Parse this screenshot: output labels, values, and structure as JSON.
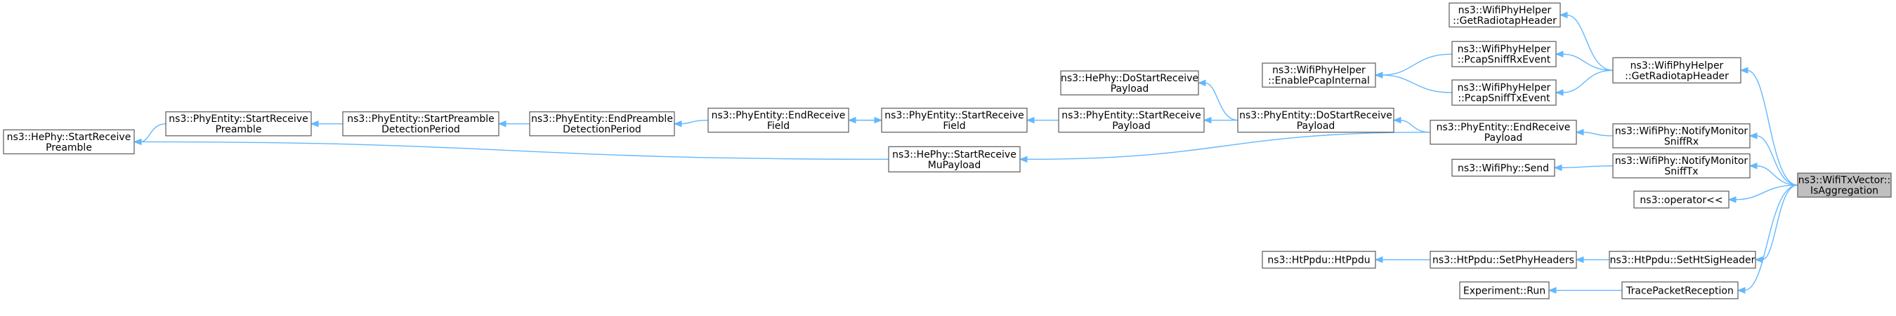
{
  "colors": {
    "edge": "#63b8ff",
    "node_border": "#666666",
    "root_fill": "#bfbfbf",
    "node_fill": "#ffffff"
  },
  "nodes": {
    "hephy_sr_preamble": [
      "ns3::HePhy::StartReceive",
      "Preamble"
    ],
    "phyentity_sr_preamble": [
      "ns3::PhyEntity::StartReceive",
      "Preamble"
    ],
    "phyentity_sp_detection": [
      "ns3::PhyEntity::StartPreamble",
      "DetectionPeriod"
    ],
    "phyentity_ep_detection": [
      "ns3::PhyEntity::EndPreamble",
      "DetectionPeriod"
    ],
    "phyentity_er_field": [
      "ns3::PhyEntity::EndReceive",
      "Field"
    ],
    "phyentity_sr_field": [
      "ns3::PhyEntity::StartReceive",
      "Field"
    ],
    "hephy_sr_mupayload": [
      "ns3::HePhy::StartReceive",
      "MuPayload"
    ],
    "hephy_dsr_payload": [
      "ns3::HePhy::DoStartReceive",
      "Payload"
    ],
    "phyentity_sr_payload": [
      "ns3::PhyEntity::StartReceive",
      "Payload"
    ],
    "phyentity_dsr_payload": [
      "ns3::PhyEntity::DoStartReceive",
      "Payload"
    ],
    "wifiphyhelper_enablepcap": [
      "ns3::WifiPhyHelper",
      "::EnablePcapInternal"
    ],
    "wifiphyhelper_getradiotap_top": [
      "ns3::WifiPhyHelper",
      "::GetRadiotapHeader"
    ],
    "wifiphyhelper_pcaprx": [
      "ns3::WifiPhyHelper",
      "::PcapSniffRxEvent"
    ],
    "wifiphyhelper_pcaptx": [
      "ns3::WifiPhyHelper",
      "::PcapSniffTxEvent"
    ],
    "phyentity_er_payload": [
      "ns3::PhyEntity::EndReceive",
      "Payload"
    ],
    "wifiphy_send": [
      "ns3::WifiPhy::Send"
    ],
    "htppdu_htppdu": [
      "ns3::HtPpdu::HtPpdu"
    ],
    "htppdu_setphyheaders": [
      "ns3::HtPpdu::SetPhyHeaders"
    ],
    "experiment_run": [
      "Experiment::Run"
    ],
    "wifiphyhelper_getradiotap_right": [
      "ns3::WifiPhyHelper",
      "::GetRadiotapHeader"
    ],
    "wifiphy_notify_rx": [
      "ns3::WifiPhy::NotifyMonitor",
      "SniffRx"
    ],
    "wifiphy_notify_tx": [
      "ns3::WifiPhy::NotifyMonitor",
      "SniffTx"
    ],
    "operator_ltlt": [
      "ns3::operator<<"
    ],
    "htppdu_sethtsig": [
      "ns3::HtPpdu::SetHtSigHeader"
    ],
    "trace_packet_reception": [
      "TracePacketReception"
    ],
    "wifitxvector_isaggregation": [
      "ns3::WifiTxVector::",
      "IsAggregation"
    ]
  },
  "edges": [
    [
      "phyentity_sr_preamble",
      "hephy_sr_preamble"
    ],
    [
      "phyentity_sp_detection",
      "phyentity_sr_preamble"
    ],
    [
      "phyentity_ep_detection",
      "phyentity_sp_detection"
    ],
    [
      "phyentity_er_field",
      "phyentity_ep_detection"
    ],
    [
      "phyentity_sr_field",
      "phyentity_er_field"
    ],
    [
      "phyentity_er_field",
      "phyentity_sr_field"
    ],
    [
      "hephy_sr_mupayload",
      "hephy_sr_preamble"
    ],
    [
      "phyentity_sr_payload",
      "phyentity_sr_field"
    ],
    [
      "phyentity_dsr_payload",
      "hephy_dsr_payload"
    ],
    [
      "phyentity_dsr_payload",
      "phyentity_sr_payload"
    ],
    [
      "phyentity_er_payload",
      "phyentity_dsr_payload"
    ],
    [
      "phyentity_er_payload",
      "hephy_sr_mupayload"
    ],
    [
      "wifiphyhelper_pcaprx",
      "wifiphyhelper_enablepcap"
    ],
    [
      "wifiphyhelper_pcaptx",
      "wifiphyhelper_enablepcap"
    ],
    [
      "wifiphyhelper_getradiotap_right",
      "wifiphyhelper_getradiotap_top"
    ],
    [
      "wifiphyhelper_getradiotap_right",
      "wifiphyhelper_pcaprx"
    ],
    [
      "wifiphyhelper_getradiotap_right",
      "wifiphyhelper_pcaptx"
    ],
    [
      "wifiphy_notify_rx",
      "phyentity_er_payload"
    ],
    [
      "wifiphy_notify_tx",
      "wifiphy_send"
    ],
    [
      "htppdu_setphyheaders",
      "htppdu_htppdu"
    ],
    [
      "htppdu_sethtsig",
      "htppdu_setphyheaders"
    ],
    [
      "trace_packet_reception",
      "experiment_run"
    ],
    [
      "wifitxvector_isaggregation",
      "wifiphyhelper_getradiotap_right"
    ],
    [
      "wifitxvector_isaggregation",
      "wifiphy_notify_rx"
    ],
    [
      "wifitxvector_isaggregation",
      "wifiphy_notify_tx"
    ],
    [
      "wifitxvector_isaggregation",
      "operator_ltlt"
    ],
    [
      "wifitxvector_isaggregation",
      "htppdu_sethtsig"
    ],
    [
      "wifitxvector_isaggregation",
      "trace_packet_reception"
    ]
  ]
}
